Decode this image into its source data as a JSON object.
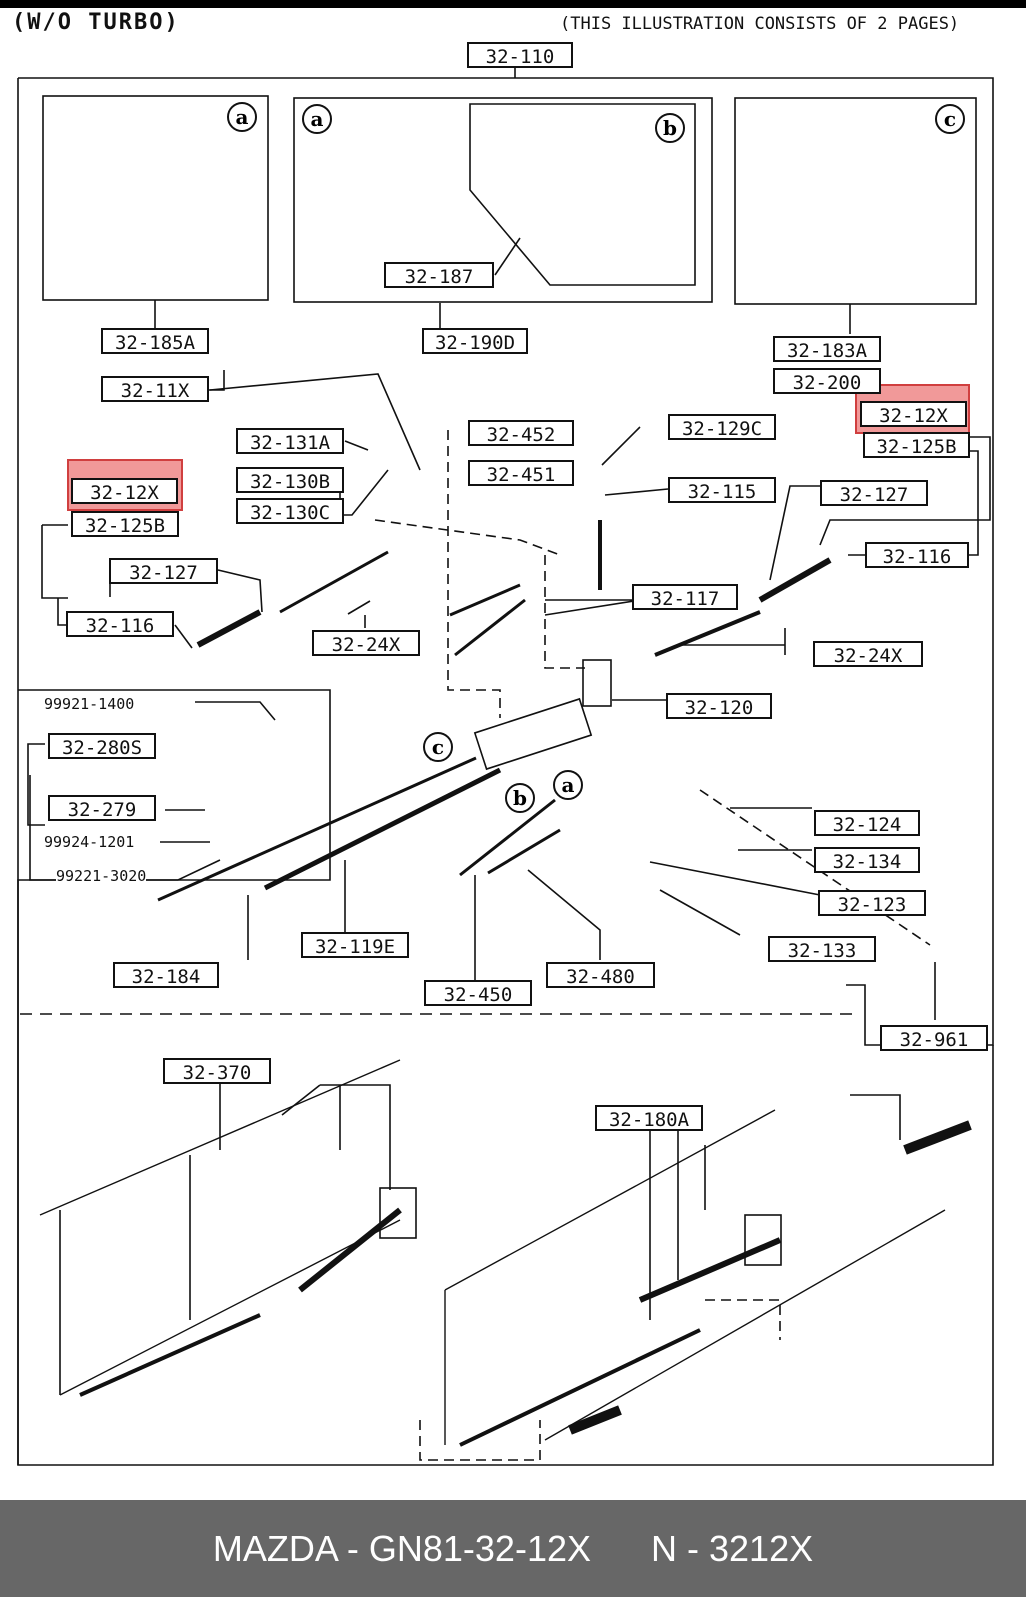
{
  "header": {
    "left": "(W/O  TURBO)",
    "right": "(THIS ILLUSTRATION CONSISTS OF  2 PAGES)"
  },
  "labels": {
    "l_32_110": "32-110",
    "l_32_187": "32-187",
    "l_32_185A": "32-185A",
    "l_32_190D": "32-190D",
    "l_32_183A": "32-183A",
    "l_32_200": "32-200",
    "l_32_12X_right": "32-12X",
    "l_32_125B_right": "32-125B",
    "l_32_11X": "32-11X",
    "l_32_131A": "32-131A",
    "l_32_130B": "32-130B",
    "l_32_130C": "32-130C",
    "l_32_452": "32-452",
    "l_32_451": "32-451",
    "l_32_129C": "32-129C",
    "l_32_115": "32-115",
    "l_32_127_right": "32-127",
    "l_32_116_right": "32-116",
    "l_32_12X_left": "32-12X",
    "l_32_125B_left": "32-125B",
    "l_32_127_left": "32-127",
    "l_32_116_left": "32-116",
    "l_32_24X_left": "32-24X",
    "l_32_117": "32-117",
    "l_32_24X_right": "32-24X",
    "l_32_120": "32-120",
    "l_32_280S": "32-280S",
    "l_32_279": "32-279",
    "l_32_124": "32-124",
    "l_32_134": "32-134",
    "l_32_123": "32-123",
    "l_32_133": "32-133",
    "l_32_184": "32-184",
    "l_32_119E": "32-119E",
    "l_32_450": "32-450",
    "l_32_480": "32-480",
    "l_32_961": "32-961",
    "l_32_370": "32-370",
    "l_32_180A": "32-180A"
  },
  "small_labels": {
    "s_99921_1400": "99921-1400",
    "s_99924_1201": "99924-1201",
    "s_99221_3020": "99221-3020"
  },
  "callouts": {
    "a": "a",
    "b": "b",
    "c": "c"
  },
  "footer": {
    "part_number": "MAZDA - GN81-32-12X",
    "alt_number": "N - 3212X"
  }
}
